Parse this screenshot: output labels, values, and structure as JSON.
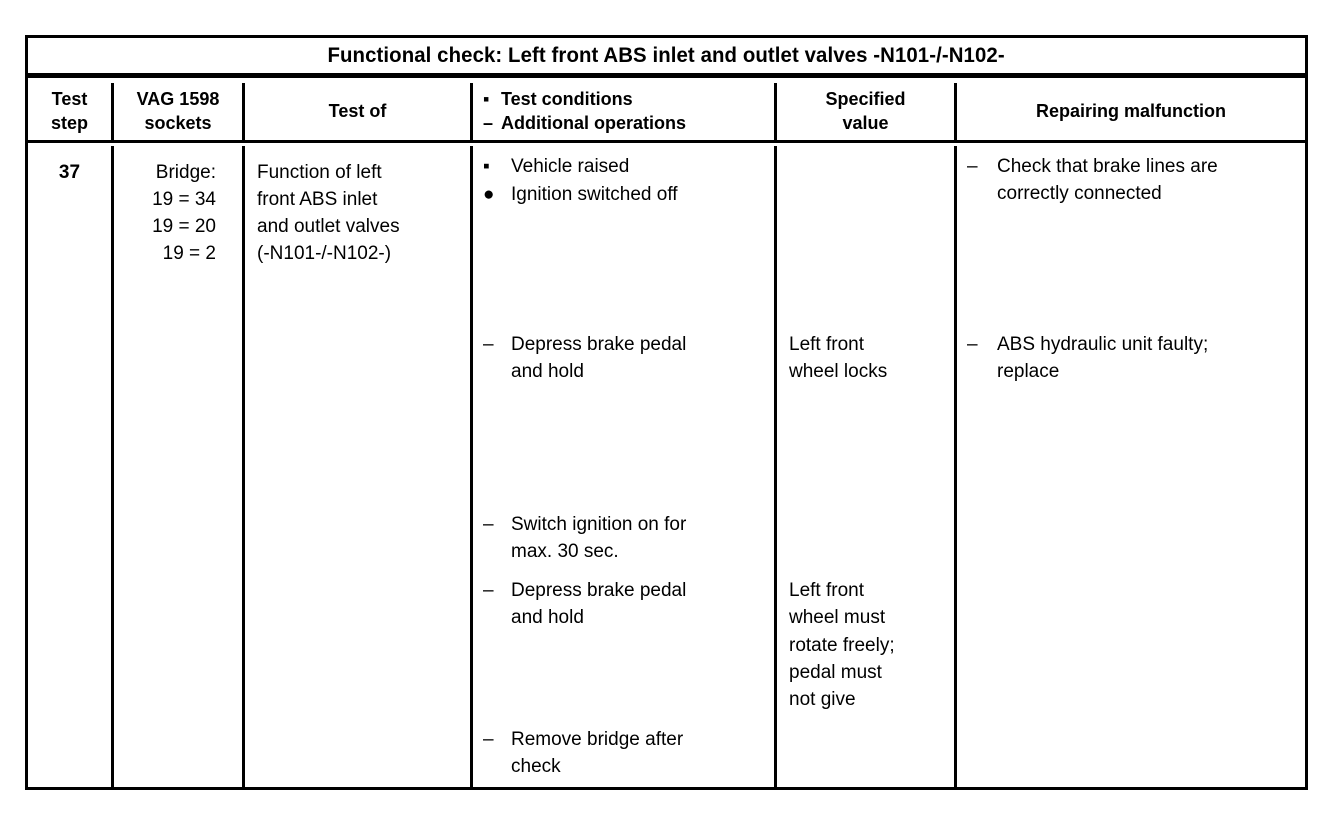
{
  "document": {
    "title": "Functional check:  Left front ABS inlet and outlet valves -N101-/-N102-"
  },
  "table": {
    "headers": {
      "test_step": {
        "line1": "Test",
        "line2": "step"
      },
      "vag_sockets": {
        "line1": "VAG 1598",
        "line2": "sockets"
      },
      "test_of": {
        "line1": "Test of"
      },
      "conditions": {
        "line1_marker": "▪",
        "line1": "Test conditions",
        "line2_marker": "–",
        "line2": "Additional operations"
      },
      "specified_value": {
        "line1": "Specified",
        "line2": "value"
      },
      "repairing": {
        "line1": "Repairing malfunction"
      }
    },
    "row": {
      "test_step": "37",
      "vag_sockets": [
        "Bridge:",
        "19 = 34",
        "19 = 20",
        "19 = 2"
      ],
      "test_of": [
        "Function of left",
        "front ABS inlet",
        "and outlet valves",
        "(-N101-/-N102-)"
      ],
      "conditions": [
        {
          "marker": "▪",
          "lines": [
            "Vehicle raised"
          ]
        },
        {
          "marker": "●",
          "lines": [
            "Ignition switched off"
          ]
        },
        {
          "marker": "–",
          "lines": [
            "Depress brake pedal",
            "and hold"
          ]
        },
        {
          "marker": "–",
          "lines": [
            "Switch ignition on for",
            "max. 30 sec."
          ]
        },
        {
          "marker": "–",
          "lines": [
            "Depress brake pedal",
            "and hold"
          ]
        },
        {
          "marker": "–",
          "lines": [
            "Remove bridge after",
            "check"
          ]
        }
      ],
      "specified_values": [
        {
          "lines": [
            "Left front",
            "wheel locks"
          ]
        },
        {
          "lines": [
            "Left front",
            "wheel must",
            "rotate freely;",
            "pedal must",
            "not give"
          ]
        }
      ],
      "repairing": [
        {
          "marker": "–",
          "lines": [
            "Check that brake lines are",
            "correctly connected"
          ]
        },
        {
          "marker": "–",
          "lines": [
            "ABS hydraulic unit faulty;",
            "replace"
          ]
        }
      ]
    }
  },
  "colors": {
    "ink": "#000000",
    "paper": "#ffffff"
  }
}
